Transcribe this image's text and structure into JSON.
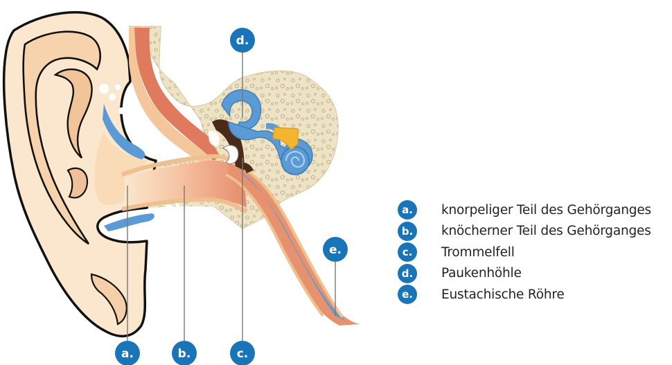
{
  "colors": {
    "badge": "#1a75b8",
    "skin": "#fbe7cd",
    "skin_outline": "#111111",
    "bone": "#efe3c6",
    "cartilage": "#f0c89a",
    "canal_red": "#e07a5e",
    "vessel_blue": "#5b9bd5",
    "ossicle_gold": "#f2b72f",
    "eardrum_dark": "#4a2a18"
  },
  "markers": {
    "a": "a.",
    "b": "b.",
    "c": "c.",
    "d": "d.",
    "e": "e."
  },
  "legend": [
    {
      "marker": "a.",
      "label": "knorpeliger Teil des Gehörganges"
    },
    {
      "marker": "b.",
      "label": "knöcherner Teil des Gehörganges"
    },
    {
      "marker": "c.",
      "label": "Trommelfell"
    },
    {
      "marker": "d.",
      "label": "Paukenhöhle"
    },
    {
      "marker": "e.",
      "label": "Eustachische Röhre"
    }
  ]
}
